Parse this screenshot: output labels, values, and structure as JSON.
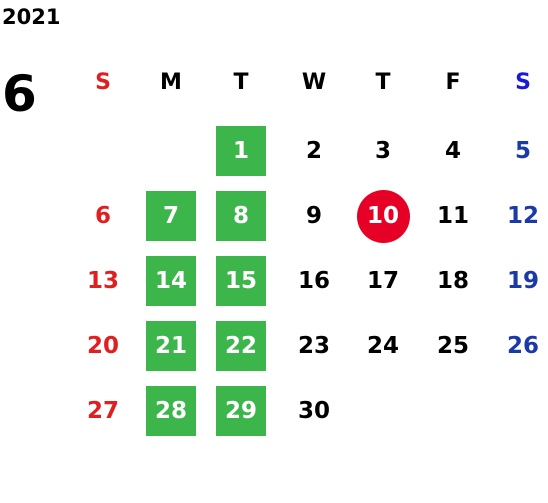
{
  "calendar": {
    "year": "2021",
    "month": "6",
    "weekdays": [
      {
        "label": "S",
        "kind": "sun"
      },
      {
        "label": "M",
        "kind": "normal"
      },
      {
        "label": "T",
        "kind": "normal"
      },
      {
        "label": "W",
        "kind": "normal"
      },
      {
        "label": "T",
        "kind": "normal"
      },
      {
        "label": "F",
        "kind": "normal"
      },
      {
        "label": "S",
        "kind": "sat"
      }
    ],
    "first_weekday_index": 2,
    "days_in_month": 30,
    "today": "10",
    "highlighted_days": [
      "1",
      "7",
      "8",
      "14",
      "15",
      "21",
      "22",
      "28",
      "29"
    ],
    "colors": {
      "sunday": "#e02020",
      "saturday": "#1a3aa8",
      "saturday_header": "#1b1bd6",
      "highlight": "#3cb54a",
      "today": "#e60026"
    }
  }
}
